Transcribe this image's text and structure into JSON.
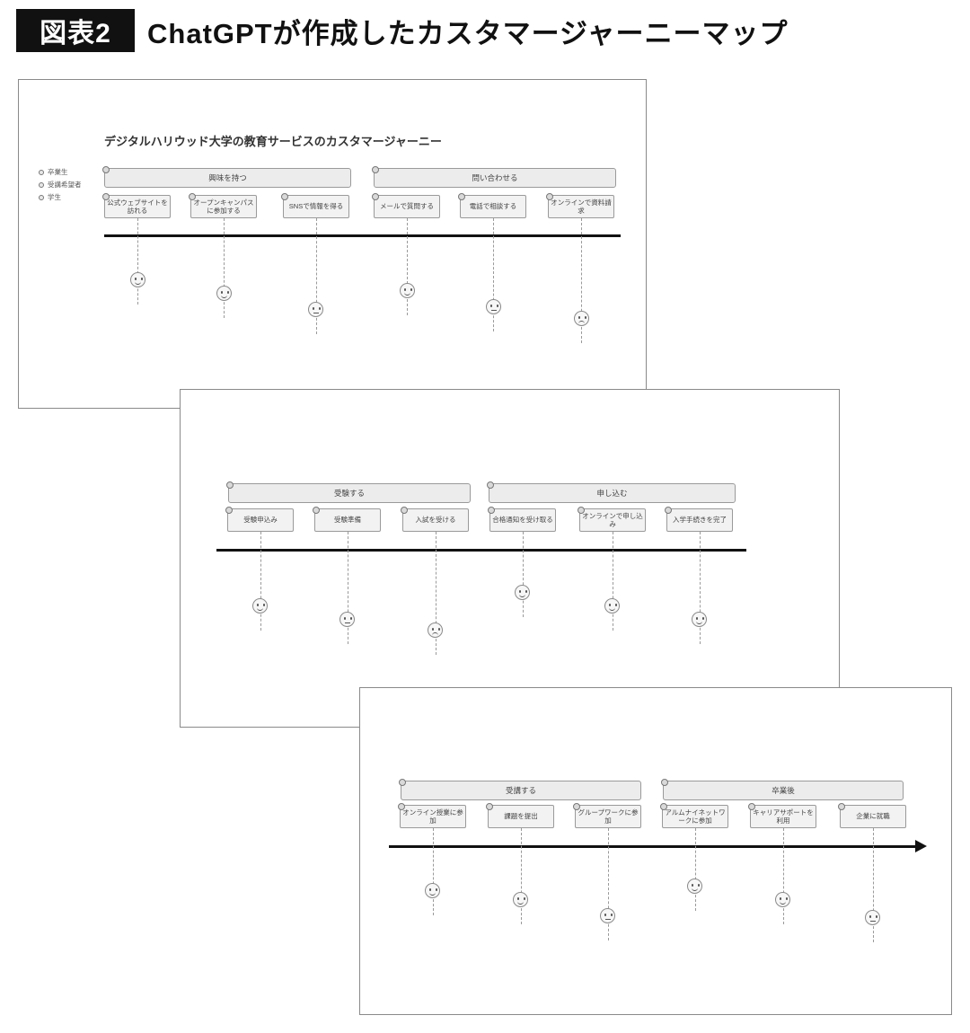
{
  "header": {
    "tag": "図表2",
    "title": "ChatGPTが作成したカスタマージャーニーマップ"
  },
  "panels": [
    {
      "title": "デジタルハリウッド大学の教育サービスのカスタマージャーニー",
      "legend": [
        "卒業生",
        "受講希望者",
        "学生"
      ],
      "phases": [
        {
          "label": "興味を持つ",
          "tasks": [
            "公式ウェブサイトを訪れる",
            "オープンキャンパスに参加する",
            "SNSで情報を得る"
          ]
        },
        {
          "label": "問い合わせる",
          "tasks": [
            "メールで質問する",
            "電話で相談する",
            "オンラインで資料請求"
          ]
        }
      ],
      "emotions": [
        "happy",
        "happy",
        "neutral",
        "happy",
        "neutral",
        "sad"
      ]
    },
    {
      "phases": [
        {
          "label": "受験する",
          "tasks": [
            "受験申込み",
            "受験準備",
            "入試を受ける"
          ]
        },
        {
          "label": "申し込む",
          "tasks": [
            "合格通知を受け取る",
            "オンラインで申し込み",
            "入学手続きを完了"
          ]
        }
      ],
      "emotions": [
        "happy",
        "neutral",
        "sad",
        "happy",
        "happy",
        "happy"
      ]
    },
    {
      "phases": [
        {
          "label": "受講する",
          "tasks": [
            "オンライン授業に参加",
            "課題を提出",
            "グループワークに参加"
          ]
        },
        {
          "label": "卒業後",
          "tasks": [
            "アルムナイネットワークに参加",
            "キャリアサポートを利用",
            "企業に就職"
          ]
        }
      ],
      "emotions": [
        "happy",
        "happy",
        "neutral",
        "happy",
        "happy",
        "neutral"
      ]
    }
  ]
}
